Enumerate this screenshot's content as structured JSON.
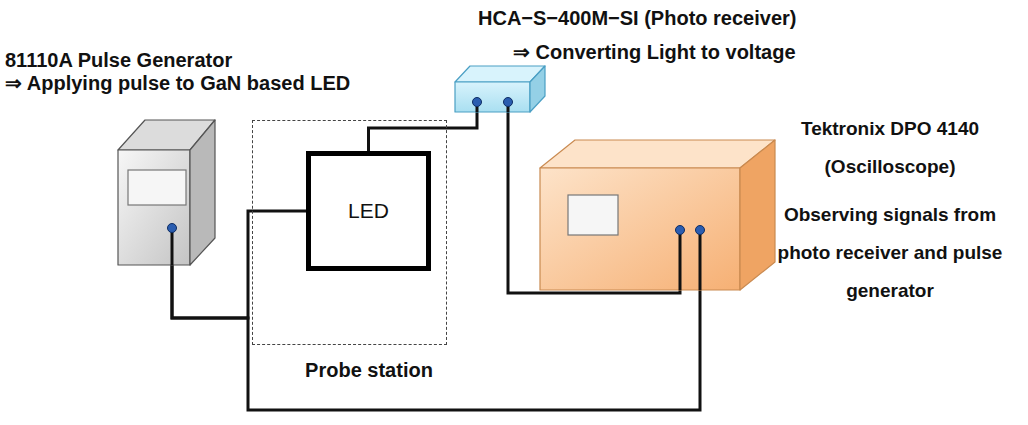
{
  "diagram": {
    "nodes": [
      {
        "text": [
          "81110A Pulse Generator",
          "⇒ Applying pulse to GaN based LED"
        ]
      },
      {
        "text": [
          "Probe station"
        ]
      },
      {
        "text": [
          "LED"
        ],
        "in": 1
      },
      {
        "text": [
          "HCA−S−400M−SI (Photo receiver)",
          "⇒ Converting Light to voltage"
        ]
      },
      {
        "text": [
          "Tektronix DPO 4140 (Oscilloscope)",
          "Observing signals from photo receiver and pulse generator"
        ]
      }
    ],
    "edges": [
      {
        "from": 0,
        "to": 2,
        "arrow": "none"
      },
      {
        "from": 2,
        "to": 3,
        "arrow": "none"
      },
      {
        "from": 3,
        "to": 4,
        "arrow": "none"
      },
      {
        "from": 0,
        "to": 4,
        "arrow": "none"
      }
    ]
  }
}
